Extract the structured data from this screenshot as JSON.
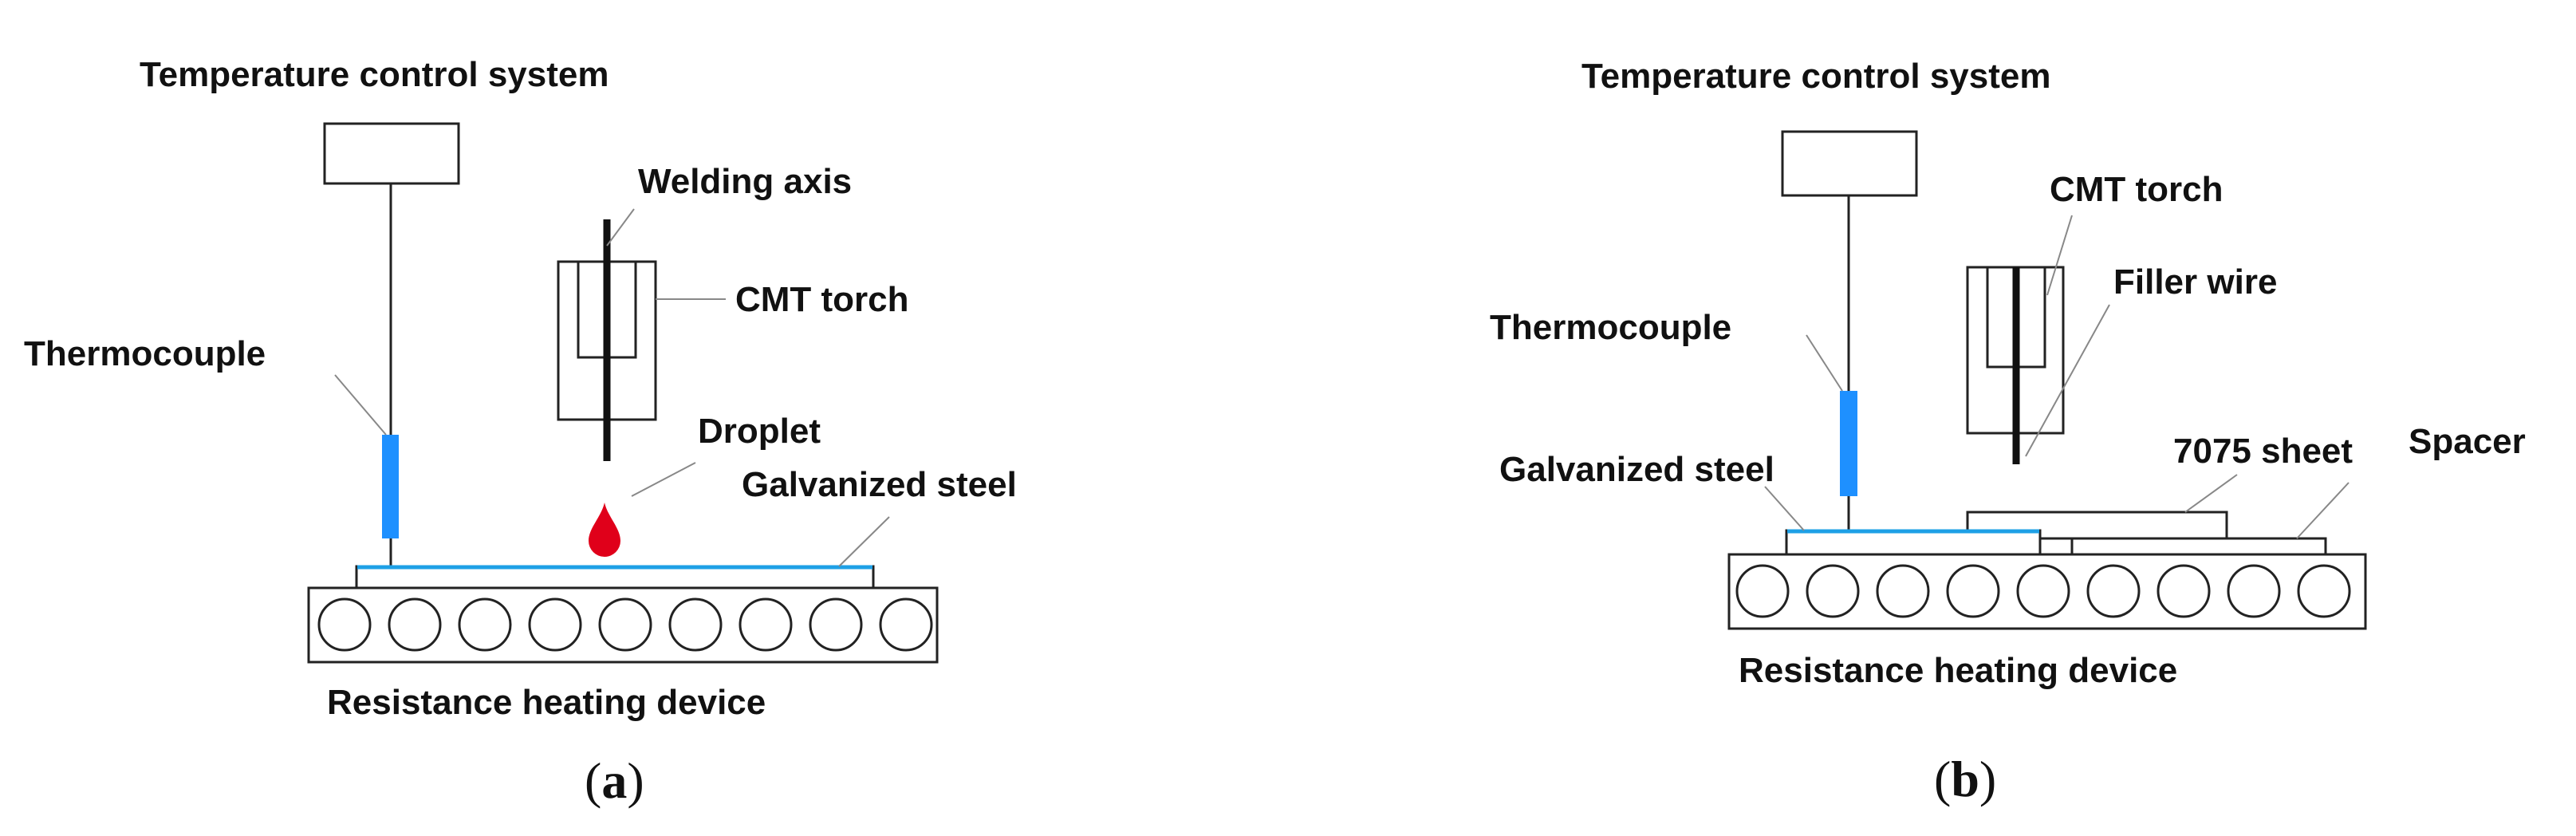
{
  "colors": {
    "thermocouple": "#1e90ff",
    "steel_edge": "#1ea0e6",
    "droplet": "#e0001a",
    "line": "#222222",
    "leader": "#888888"
  },
  "panel_a": {
    "temperature_control_system": "Temperature control system",
    "welding_axis": "Welding axis",
    "cmt_torch": "CMT torch",
    "thermocouple": "Thermocouple",
    "droplet": "Droplet",
    "galvanized_steel": "Galvanized steel",
    "resistance_heating_device": "Resistance heating device",
    "caption_open": "(",
    "caption_letter": "a",
    "caption_close": ")"
  },
  "panel_b": {
    "temperature_control_system": "Temperature control system",
    "cmt_torch": "CMT torch",
    "filler_wire": "Filler wire",
    "thermocouple": "Thermocouple",
    "galvanized_steel": "Galvanized steel",
    "sheet_7075": "7075 sheet",
    "spacer": "Spacer",
    "resistance_heating_device": "Resistance heating device",
    "caption_open": "(",
    "caption_letter": "b",
    "caption_close": ")"
  }
}
